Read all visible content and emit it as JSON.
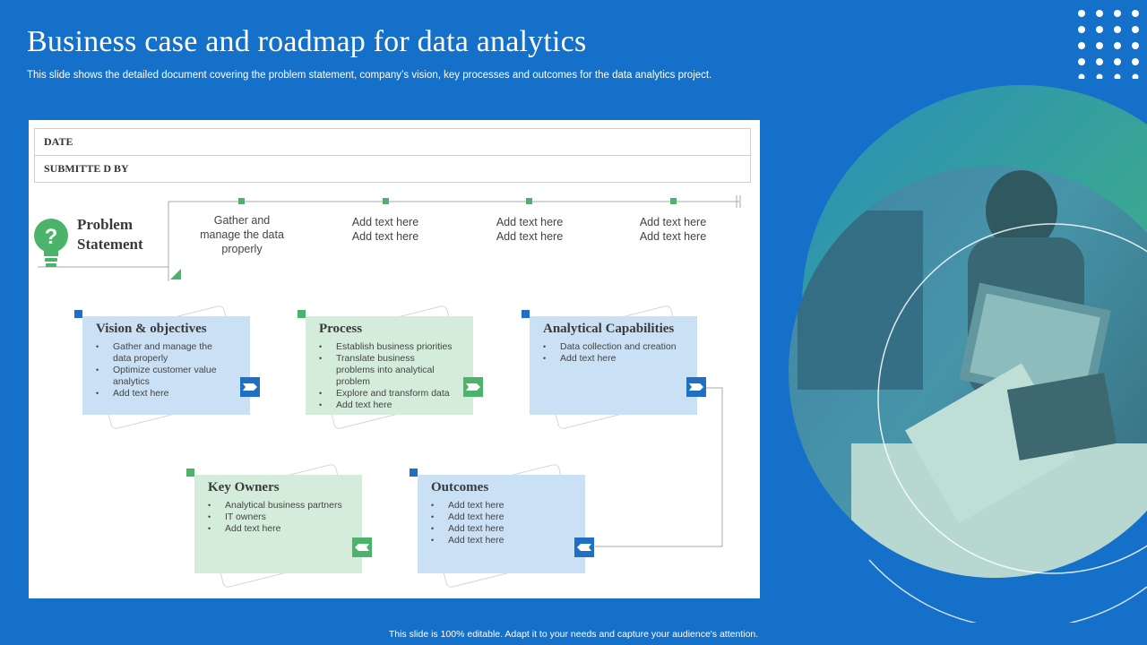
{
  "slide": {
    "title": "Business case and roadmap for data analytics",
    "subtitle": "This slide shows the detailed document covering the problem statement, company’s vision, key processes and  outcomes for the data analytics project.",
    "footer": "This slide is 100% editable.  Adapt it to your needs and capture your audience's attention."
  },
  "info_table": {
    "date_label": "DATE",
    "submitted_label": "SUBMITTE D  BY"
  },
  "problem_statement": {
    "line1": "Problem",
    "line2": "Statement",
    "icon": "lightbulb-question-icon"
  },
  "milestones": [
    {
      "lines": [
        "Gather and",
        "manage the data",
        "properly"
      ]
    },
    {
      "lines": [
        "Add text here",
        "Add text here"
      ]
    },
    {
      "lines": [
        "Add text here",
        "Add text here"
      ]
    },
    {
      "lines": [
        "Add text here",
        "Add text here"
      ]
    }
  ],
  "cards": {
    "vision": {
      "title": "Vision & objectives",
      "items": [
        "Gather and manage the data properly",
        "Optimize customer value analytics",
        "Add text here"
      ]
    },
    "process": {
      "title": "Process",
      "items": [
        "Establish business priorities",
        "Translate business problems into analytical problem",
        "Explore and transform data",
        "Add text here"
      ]
    },
    "analytical": {
      "title": "Analytical Capabilities",
      "items": [
        "Data collection and creation",
        "Add text here"
      ]
    },
    "owners": {
      "title": "Key Owners",
      "items": [
        "Analytical business partners",
        "IT owners",
        "Add text here"
      ]
    },
    "outcomes": {
      "title": "Outcomes",
      "items": [
        "Add text here",
        "Add text here",
        "Add text here",
        "Add text here"
      ]
    }
  },
  "colors": {
    "background": "#1570c9",
    "blue_accent": "#1f6fc5",
    "green_accent": "#4cb36a",
    "blue_card": "#c9e0f5",
    "green_card": "#d4eddb"
  }
}
